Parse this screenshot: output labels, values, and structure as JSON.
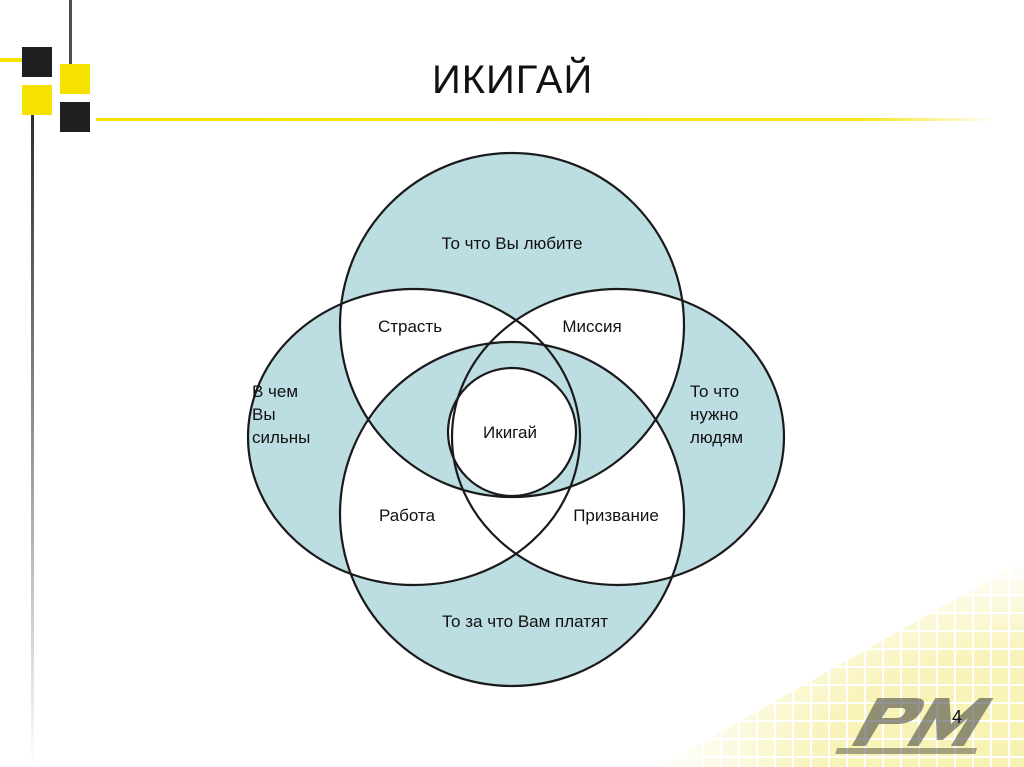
{
  "slide": {
    "title": "ИКИГАЙ",
    "page_number": "4",
    "colors": {
      "fill": "#bcdde2",
      "stroke": "#1a1a1a",
      "accent_yellow": "#f5e200",
      "square_dark": "#1f1f1f",
      "text": "#111111"
    }
  },
  "diagram": {
    "circles": {
      "top": "То что Вы любите",
      "left": [
        "В чем",
        "Вы",
        "сильны"
      ],
      "right": [
        "То что",
        "нужно",
        "людям"
      ],
      "bottom": "То за что Вам платят"
    },
    "overlaps": {
      "top_left": "Страсть",
      "top_right": "Миссия",
      "bottom_left": "Работа",
      "bottom_right": "Призвание"
    },
    "center": "Икигай"
  }
}
